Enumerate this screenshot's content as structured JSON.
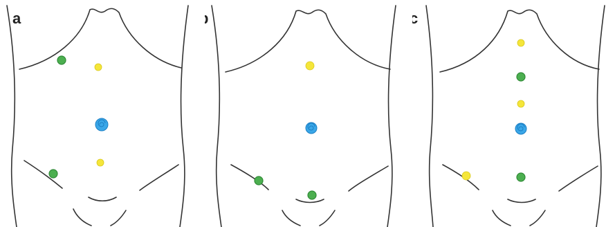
{
  "colors": {
    "green_port": "#4caf50",
    "green_stroke": "#2f8a36",
    "yellow_port": "#f5e63a",
    "yellow_stroke": "#d8c81c",
    "umbilicus": "#3aa7e8",
    "umbilicus_stroke": "#1c7fc4",
    "outline": "#333333"
  },
  "panels": [
    {
      "label": "a",
      "markers": [
        {
          "kind": "green",
          "name": "green-port-upper-left"
        },
        {
          "kind": "yellow",
          "name": "yellow-port-upper-midline"
        },
        {
          "kind": "umbilicus",
          "name": "umbilicus-icon"
        },
        {
          "kind": "yellow",
          "name": "yellow-port-lower-midline"
        },
        {
          "kind": "green",
          "name": "green-port-lower-left"
        }
      ]
    },
    {
      "label": "b",
      "markers": [
        {
          "kind": "yellow",
          "name": "yellow-port-upper-midline"
        },
        {
          "kind": "umbilicus",
          "name": "umbilicus-icon"
        },
        {
          "kind": "green",
          "name": "green-port-lower-left"
        },
        {
          "kind": "green",
          "name": "green-port-suprapubic"
        }
      ]
    },
    {
      "label": "c",
      "markers": [
        {
          "kind": "yellow",
          "name": "yellow-port-epigastric"
        },
        {
          "kind": "green",
          "name": "green-port-upper-midline"
        },
        {
          "kind": "yellow",
          "name": "yellow-port-mid-midline"
        },
        {
          "kind": "umbilicus",
          "name": "umbilicus-icon"
        },
        {
          "kind": "yellow",
          "name": "yellow-port-lower-left"
        },
        {
          "kind": "green",
          "name": "green-port-lower-midline"
        }
      ]
    }
  ]
}
